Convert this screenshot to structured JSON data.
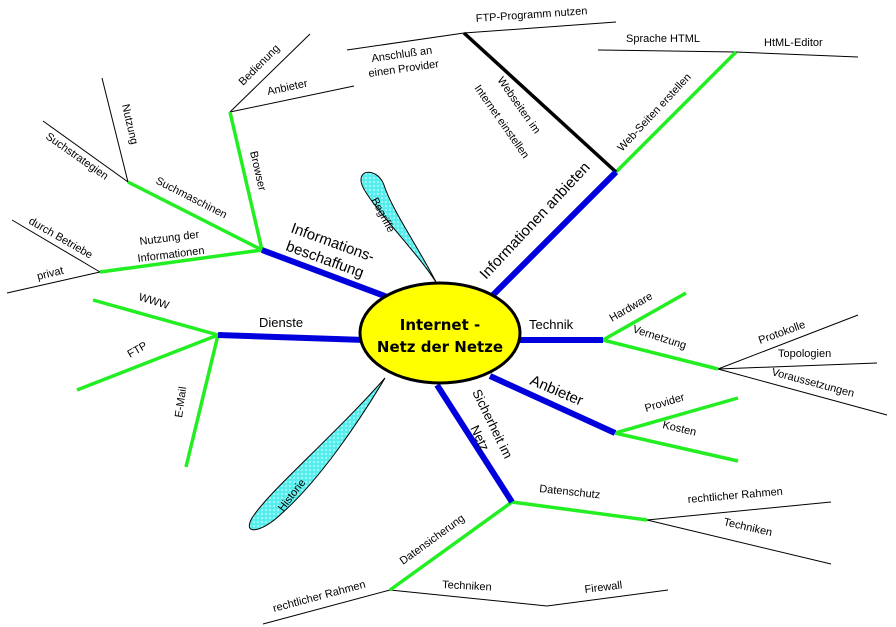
{
  "title": "Internet - Netz der Netze",
  "center": {
    "line1": "Internet -",
    "line2": "Netz der Netze"
  },
  "colors": {
    "main": "#0000dd",
    "sub": "#22ee22",
    "center_fill": "#ffff00",
    "balloon": "#55eeee"
  },
  "balloons": {
    "begriffe": "Begriffe",
    "historie": "Historie"
  },
  "branches": {
    "info_beschaffung": {
      "line1": "Informations-",
      "line2": "beschaffung",
      "browser": "Browser",
      "bedienung": "Bedienung",
      "anbieter": "Anbieter",
      "suchmaschinen": "Suchmaschinen",
      "nutzung": "Nutzung",
      "suchstrategien": "Suchstrategien",
      "nutzung_info_1": "Nutzung der",
      "nutzung_info_2": "Informationen",
      "durch_betriebe": "durch Betriebe",
      "privat": "privat"
    },
    "info_anbieten": {
      "label": "Informationen anbieten",
      "webseiten_einstellen_1": "Webseiten im",
      "webseiten_einstellen_2": "Internet einstellen",
      "anschluss_1": "Anschluß an",
      "anschluss_2": "einen Provider",
      "ftp_programm": "FTP-Programm nutzen",
      "webseiten_erstellen": "Web-Seiten erstellen",
      "sprache_html": "Sprache HTML",
      "html_editor": "HtML-Editor"
    },
    "dienste": {
      "label": "Dienste",
      "www": "WWW",
      "ftp": "FTP",
      "email": "E-Mail"
    },
    "technik": {
      "label": "Technik",
      "hardware": "Hardware",
      "vernetzung": "Vernetzung",
      "protokolle": "Protokolle",
      "topologien": "Topologien",
      "voraussetzungen": "Voraussetzungen"
    },
    "anbieter": {
      "label": "Anbieter",
      "provider": "Provider",
      "kosten": "Kosten"
    },
    "sicherheit": {
      "line1": "Sicherheit im",
      "line2": "Netz",
      "datenschutz": "Datenschutz",
      "ds_rahmen": "rechtlicher Rahmen",
      "ds_techniken": "Techniken",
      "datensicherung": "Datensicherung",
      "dsi_rahmen": "rechtlicher Rahmen",
      "dsi_techniken": "Techniken",
      "firewall": "Firewall"
    }
  }
}
